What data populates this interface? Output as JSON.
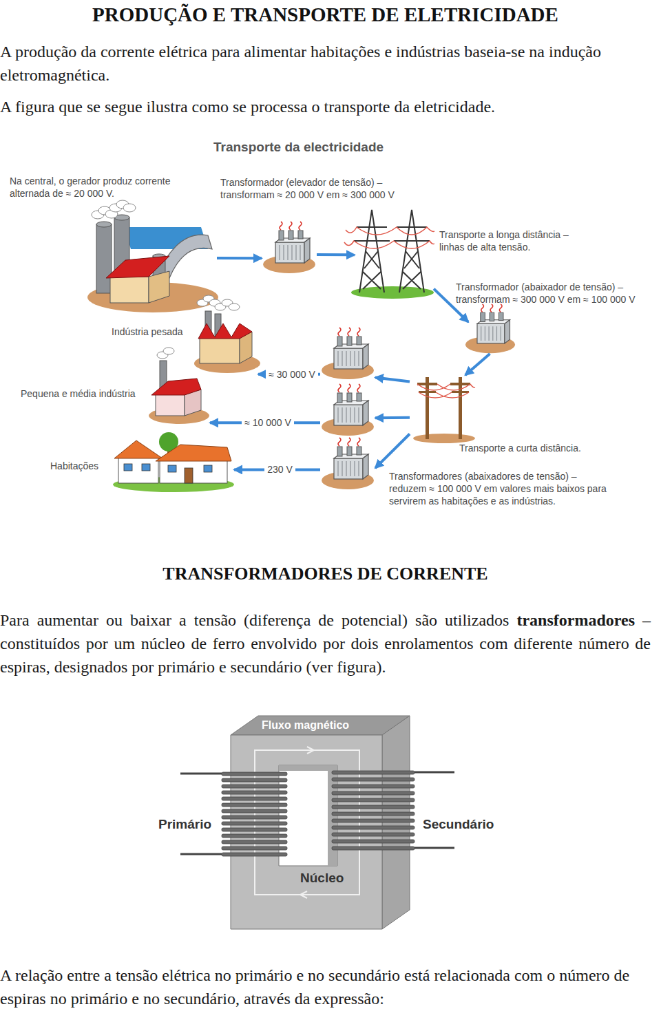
{
  "diagram": {
    "title": "PRODUÇÃO E TRANSPORTE DE ELETRICIDADE",
    "nodes": [
      {
        "text": [
          "Na central, o gerador produz corrente alternada de ≈ 20 000 V."
        ]
      },
      {
        "text": [
          "Transformador (elevador de tensão) – transformam ≈ 20 000 V em ≈ 300 000 V"
        ]
      },
      {
        "text": [
          "Transporte a longa distância – linhas de alta tensão."
        ]
      },
      {
        "text": [
          "Transformador (abaixador de tensão) – transformam ≈ 300 000 V em ≈ 100 000 V"
        ]
      },
      {
        "text": [
          "Transporte a curta distância."
        ]
      },
      {
        "text": [
          "Transformadores (abaixadores de tensão) – reduzem ≈ 100 000 V em valores mais baixos para servirem as habitações e as indústrias."
        ]
      },
      {
        "text": [
          "Indústria pesada"
        ]
      },
      {
        "text": [
          "Pequena e média indústria"
        ]
      },
      {
        "text": [
          "Habitações"
        ]
      }
    ],
    "edges": [
      {
        "from": 0,
        "to": 1,
        "arrow": "to"
      },
      {
        "from": 1,
        "to": 2,
        "arrow": "to"
      },
      {
        "from": 2,
        "to": 3,
        "arrow": "to"
      },
      {
        "from": 3,
        "to": 4,
        "arrow": "to"
      },
      {
        "from": 4,
        "to": 5,
        "arrow": "to"
      },
      {
        "from": 4,
        "to": 5,
        "arrow": "to"
      },
      {
        "from": 4,
        "to": 5,
        "arrow": "to"
      },
      {
        "from": 5,
        "to": 6,
        "label": "≈ 30 000 V",
        "arrow": "to"
      },
      {
        "from": 5,
        "to": 7,
        "label": "≈ 10 000 V",
        "arrow": "to"
      },
      {
        "from": 5,
        "to": 8,
        "label": "230 V",
        "arrow": "to"
      }
    ],
    "labels": [
      "A produção da corrente elétrica para alimentar habitações e indústrias baseia-se na indução eletromagnética.",
      "A figura que se segue ilustra como se processa o transporte da eletricidade.",
      "Transporte da electricidade",
      "TRANSFORMADORES DE CORRENTE",
      "Para aumentar ou baixar a tensão (diferença de potencial) são utilizados",
      "transformadores",
      "– constituídos por um núcleo de ferro envolvido por dois enrolamentos com diferente número de espiras, designados por primário e secundário (ver figura).",
      "Fluxo magnético",
      "Primário",
      "Secundário",
      "Núcleo",
      "A relação entre a tensão elétrica no primário e no secundário está relacionada com o número de espiras no primário e no secundário, através da expressão:"
    ]
  }
}
